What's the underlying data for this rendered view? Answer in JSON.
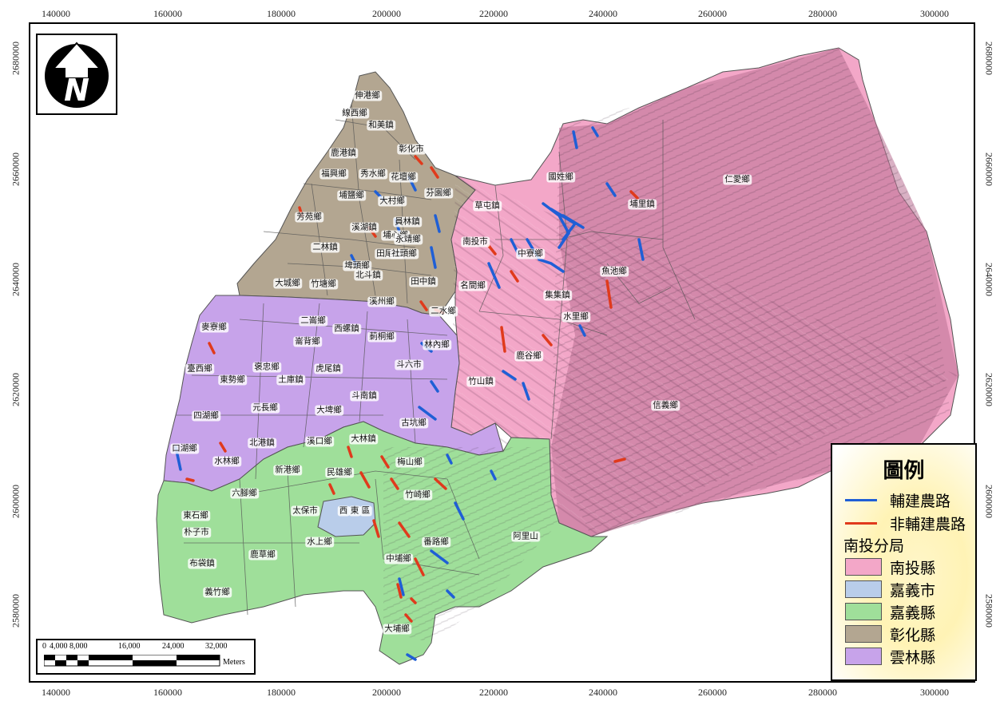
{
  "axis": {
    "x_ticks": [
      "140000",
      "160000",
      "180000",
      "200000",
      "220000",
      "240000",
      "260000",
      "280000",
      "300000"
    ],
    "y_ticks": [
      "2680000",
      "2660000",
      "2640000",
      "2620000",
      "2600000",
      "2580000"
    ]
  },
  "legend": {
    "title": "圖例",
    "road_types": [
      {
        "label": "輔建農路",
        "color": "#1f5fd6"
      },
      {
        "label": "非輔建農路",
        "color": "#e03a1c"
      }
    ],
    "district_title": "南投分局",
    "regions": [
      {
        "label": "南投縣",
        "color": "#f3a7c8"
      },
      {
        "label": "嘉義市",
        "color": "#b9cdea"
      },
      {
        "label": "嘉義縣",
        "color": "#9fdf9a"
      },
      {
        "label": "彰化縣",
        "color": "#b3a691"
      },
      {
        "label": "雲林縣",
        "color": "#c7a3ea"
      }
    ]
  },
  "scale_bar": {
    "labels": [
      "0",
      "4,000",
      "8,000",
      "16,000",
      "24,000",
      "32,000"
    ],
    "unit": "Meters"
  },
  "places": {
    "changhua": [
      "伸港鄉",
      "線西鄉",
      "和美鎮",
      "鹿港鎮",
      "彰化市",
      "福興鄉",
      "秀水鄉",
      "花壇鄉",
      "埔鹽鄉",
      "大村鄉",
      "芬園鄉",
      "芳苑鄉",
      "溪湖鎮",
      "員林鎮",
      "埔心鄉",
      "二林鎮",
      "永靖鄉",
      "田尾鄉",
      "社頭鄉",
      "埤頭鄉",
      "大城鄉",
      "竹塘鄉",
      "北斗鎮",
      "田中鎮",
      "溪州鄉",
      "二水鄉"
    ],
    "nantou": [
      "國姓鄉",
      "仁愛鄉",
      "草屯鎮",
      "埔里鎮",
      "南投市",
      "中寮鄉",
      "魚池鄉",
      "名間鄉",
      "集集鎮",
      "水里鄉",
      "鹿谷鄉",
      "竹山鎮",
      "信義鄉"
    ],
    "yunlin": [
      "麥寮鄉",
      "二崙鄉",
      "西螺鎮",
      "崙背鄉",
      "莿桐鄉",
      "林內鄉",
      "臺西鄉",
      "褒忠鄉",
      "虎尾鎮",
      "東勢鄉",
      "土庫鎮",
      "斗六市",
      "斗南鎮",
      "四湖鄉",
      "元長鄉",
      "大埤鄉",
      "古坑鄉",
      "口湖鄉",
      "北港鎮",
      "水林鄉"
    ],
    "chiayi": [
      "溪口鄉",
      "大林鎮",
      "梅山鄉",
      "新港鄉",
      "民雄鄉",
      "六腳鄉",
      "竹崎鄉",
      "東石鄉",
      "太保市",
      "西",
      "區",
      "東",
      "朴子市",
      "番路鄉",
      "阿里山",
      "水上鄉",
      "鹿草鄉",
      "中埔鄉",
      "布袋鎮",
      "義竹鄉",
      "大埔鄉"
    ]
  }
}
